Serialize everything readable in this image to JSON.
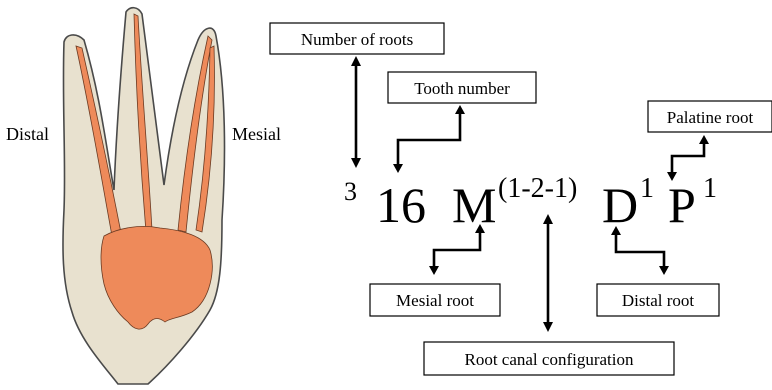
{
  "colors": {
    "tooth_outline": "#4a4a4a",
    "tooth_fill": "#e8e1cf",
    "pulp_fill": "#ee8a5a",
    "pulp_stroke": "#6b3a22",
    "text": "#000000",
    "box_stroke": "#000000"
  },
  "tooth_labels": {
    "distal": "Distal",
    "mesial": "Mesial"
  },
  "callouts": {
    "number_of_roots": "Number of roots",
    "tooth_number": "Tooth number",
    "palatine_root": "Palatine root",
    "mesial_root": "Mesial root",
    "distal_root": "Distal root",
    "root_canal_configuration": "Root canal configuration"
  },
  "formula": {
    "roots_count": "3",
    "tooth_number": "16",
    "mesial_letter": "M",
    "mesial_config": "(1-2-1)",
    "distal_letter": "D",
    "distal_config": "1",
    "palatine_letter": "P",
    "palatine_config": "1"
  }
}
